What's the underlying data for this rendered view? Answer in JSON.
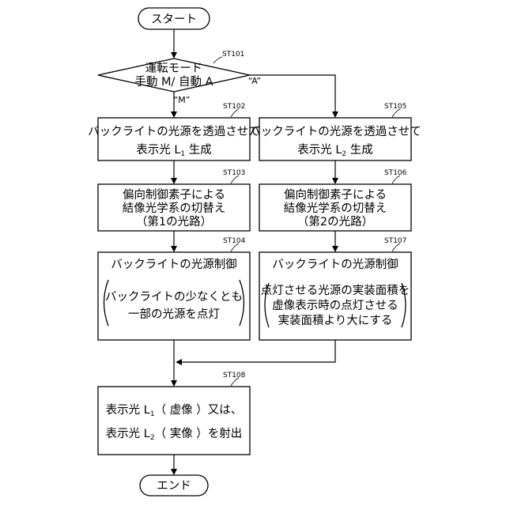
{
  "start": "スタート",
  "end": "エンド",
  "decision": {
    "step": "ST101",
    "line1": "運転モード",
    "line2": "手動 M/ 自動 A"
  },
  "edges": {
    "m": "“M”",
    "a": "“A”"
  },
  "st102": {
    "step": "ST102",
    "line1": "バックライトの光源を透過させて",
    "line2a": "表示光 L",
    "line2sub": "1",
    "line2b": " 生成"
  },
  "st105": {
    "step": "ST105",
    "line1": "バックライトの光源を透過させて",
    "line2a": "表示光 L",
    "line2sub": "2",
    "line2b": " 生成"
  },
  "st103": {
    "step": "ST103",
    "line1": "偏向制御素子による",
    "line2": "結像光学系の切替え",
    "line3": "（第1の光路）"
  },
  "st106": {
    "step": "ST106",
    "line1": "偏向制御素子による",
    "line2": "結像光学系の切替え",
    "line3": "（第2の光路）"
  },
  "st104": {
    "step": "ST104",
    "title": "バックライトの光源制御",
    "line1": "バックライトの少なくとも",
    "line2": "一部の光源を点灯"
  },
  "st107": {
    "step": "ST107",
    "title": "バックライトの光源制御",
    "line1": "点灯させる光源の実装面積を",
    "line2": "虚像表示時の点灯させる",
    "line3": "実装面積より大にする"
  },
  "st108": {
    "step": "ST108",
    "line1a": "表示光 L",
    "line1sub": "1",
    "line1b": "（ 虚像 ）又は、",
    "line2a": "表示光 L",
    "line2sub": "2",
    "line2b": "（ 実像 ）を射出"
  }
}
